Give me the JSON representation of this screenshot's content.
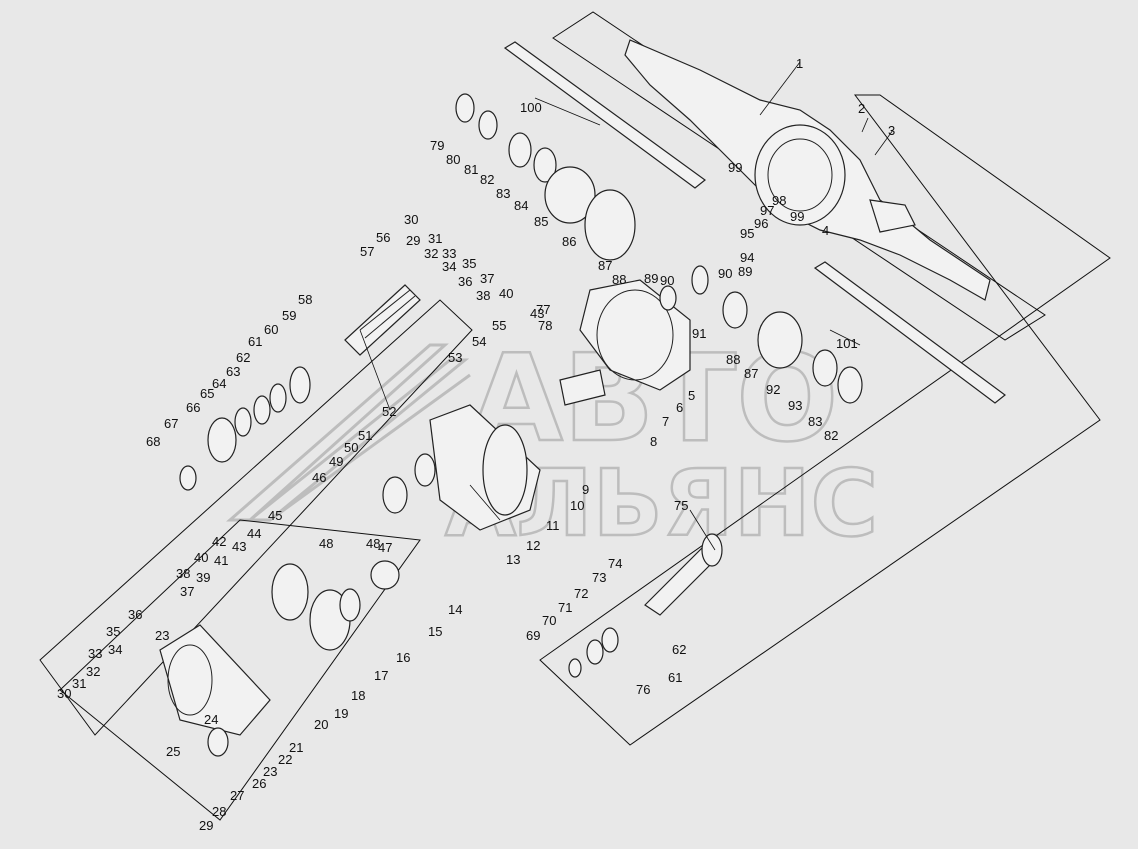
{
  "watermark": {
    "line1": "АВТО",
    "line2": "АЛЬЯНС"
  },
  "callouts": [
    {
      "id": "c1",
      "text": "1"
    },
    {
      "id": "c2",
      "text": "2"
    },
    {
      "id": "c3",
      "text": "3"
    },
    {
      "id": "c4",
      "text": "4"
    },
    {
      "id": "c5",
      "text": "5"
    },
    {
      "id": "c6",
      "text": "6"
    },
    {
      "id": "c7",
      "text": "7"
    },
    {
      "id": "c8",
      "text": "8"
    },
    {
      "id": "c9",
      "text": "9"
    },
    {
      "id": "c10",
      "text": "10"
    },
    {
      "id": "c11",
      "text": "11"
    },
    {
      "id": "c12",
      "text": "12"
    },
    {
      "id": "c13",
      "text": "13"
    },
    {
      "id": "c14",
      "text": "14"
    },
    {
      "id": "c15",
      "text": "15"
    },
    {
      "id": "c16",
      "text": "16"
    },
    {
      "id": "c17",
      "text": "17"
    },
    {
      "id": "c18",
      "text": "18"
    },
    {
      "id": "c19",
      "text": "19"
    },
    {
      "id": "c20",
      "text": "20"
    },
    {
      "id": "c21",
      "text": "21"
    },
    {
      "id": "c22",
      "text": "22"
    },
    {
      "id": "c23a",
      "text": "23"
    },
    {
      "id": "c23b",
      "text": "23"
    },
    {
      "id": "c24",
      "text": "24"
    },
    {
      "id": "c25",
      "text": "25"
    },
    {
      "id": "c26",
      "text": "26"
    },
    {
      "id": "c27",
      "text": "27"
    },
    {
      "id": "c28",
      "text": "28"
    },
    {
      "id": "c29a",
      "text": "29"
    },
    {
      "id": "c29b",
      "text": "29"
    },
    {
      "id": "c30a",
      "text": "30"
    },
    {
      "id": "c30b",
      "text": "30"
    },
    {
      "id": "c31a",
      "text": "31"
    },
    {
      "id": "c31b",
      "text": "31"
    },
    {
      "id": "c32a",
      "text": "32"
    },
    {
      "id": "c32b",
      "text": "32"
    },
    {
      "id": "c33a",
      "text": "33"
    },
    {
      "id": "c33b",
      "text": "33"
    },
    {
      "id": "c34a",
      "text": "34"
    },
    {
      "id": "c34b",
      "text": "34"
    },
    {
      "id": "c35a",
      "text": "35"
    },
    {
      "id": "c35b",
      "text": "35"
    },
    {
      "id": "c36a",
      "text": "36"
    },
    {
      "id": "c36b",
      "text": "36"
    },
    {
      "id": "c37a",
      "text": "37"
    },
    {
      "id": "c37b",
      "text": "37"
    },
    {
      "id": "c38a",
      "text": "38"
    },
    {
      "id": "c38b",
      "text": "38"
    },
    {
      "id": "c39",
      "text": "39"
    },
    {
      "id": "c40a",
      "text": "40"
    },
    {
      "id": "c40b",
      "text": "40"
    },
    {
      "id": "c41",
      "text": "41"
    },
    {
      "id": "c42",
      "text": "42"
    },
    {
      "id": "c43a",
      "text": "43"
    },
    {
      "id": "c43b",
      "text": "43"
    },
    {
      "id": "c44",
      "text": "44"
    },
    {
      "id": "c45",
      "text": "45"
    },
    {
      "id": "c46",
      "text": "46"
    },
    {
      "id": "c47",
      "text": "47"
    },
    {
      "id": "c48a",
      "text": "48"
    },
    {
      "id": "c48b",
      "text": "48"
    },
    {
      "id": "c49",
      "text": "49"
    },
    {
      "id": "c50",
      "text": "50"
    },
    {
      "id": "c51",
      "text": "51"
    },
    {
      "id": "c52",
      "text": "52"
    },
    {
      "id": "c53",
      "text": "53"
    },
    {
      "id": "c54",
      "text": "54"
    },
    {
      "id": "c55",
      "text": "55"
    },
    {
      "id": "c56",
      "text": "56"
    },
    {
      "id": "c57",
      "text": "57"
    },
    {
      "id": "c58",
      "text": "58"
    },
    {
      "id": "c59",
      "text": "59"
    },
    {
      "id": "c60",
      "text": "60"
    },
    {
      "id": "c61a",
      "text": "61"
    },
    {
      "id": "c61b",
      "text": "61"
    },
    {
      "id": "c62a",
      "text": "62"
    },
    {
      "id": "c62b",
      "text": "62"
    },
    {
      "id": "c63",
      "text": "63"
    },
    {
      "id": "c64",
      "text": "64"
    },
    {
      "id": "c65",
      "text": "65"
    },
    {
      "id": "c66",
      "text": "66"
    },
    {
      "id": "c67",
      "text": "67"
    },
    {
      "id": "c68",
      "text": "68"
    },
    {
      "id": "c69",
      "text": "69"
    },
    {
      "id": "c70",
      "text": "70"
    },
    {
      "id": "c71",
      "text": "71"
    },
    {
      "id": "c72",
      "text": "72"
    },
    {
      "id": "c73",
      "text": "73"
    },
    {
      "id": "c74",
      "text": "74"
    },
    {
      "id": "c75",
      "text": "75"
    },
    {
      "id": "c76",
      "text": "76"
    },
    {
      "id": "c77",
      "text": "77"
    },
    {
      "id": "c78",
      "text": "78"
    },
    {
      "id": "c79",
      "text": "79"
    },
    {
      "id": "c80",
      "text": "80"
    },
    {
      "id": "c81",
      "text": "81"
    },
    {
      "id": "c82a",
      "text": "82"
    },
    {
      "id": "c82b",
      "text": "82"
    },
    {
      "id": "c83a",
      "text": "83"
    },
    {
      "id": "c83b",
      "text": "83"
    },
    {
      "id": "c84",
      "text": "84"
    },
    {
      "id": "c85",
      "text": "85"
    },
    {
      "id": "c86",
      "text": "86"
    },
    {
      "id": "c87a",
      "text": "87"
    },
    {
      "id": "c87b",
      "text": "87"
    },
    {
      "id": "c88a",
      "text": "88"
    },
    {
      "id": "c88b",
      "text": "88"
    },
    {
      "id": "c89a",
      "text": "89"
    },
    {
      "id": "c89b",
      "text": "89"
    },
    {
      "id": "c90a",
      "text": "90"
    },
    {
      "id": "c90b",
      "text": "90"
    },
    {
      "id": "c91",
      "text": "91"
    },
    {
      "id": "c92",
      "text": "92"
    },
    {
      "id": "c93",
      "text": "93"
    },
    {
      "id": "c94",
      "text": "94"
    },
    {
      "id": "c95",
      "text": "95"
    },
    {
      "id": "c96",
      "text": "96"
    },
    {
      "id": "c97",
      "text": "97"
    },
    {
      "id": "c98",
      "text": "98"
    },
    {
      "id": "c99a",
      "text": "99"
    },
    {
      "id": "c99b",
      "text": "99"
    },
    {
      "id": "c100",
      "text": "100"
    },
    {
      "id": "c101",
      "text": "101"
    }
  ]
}
